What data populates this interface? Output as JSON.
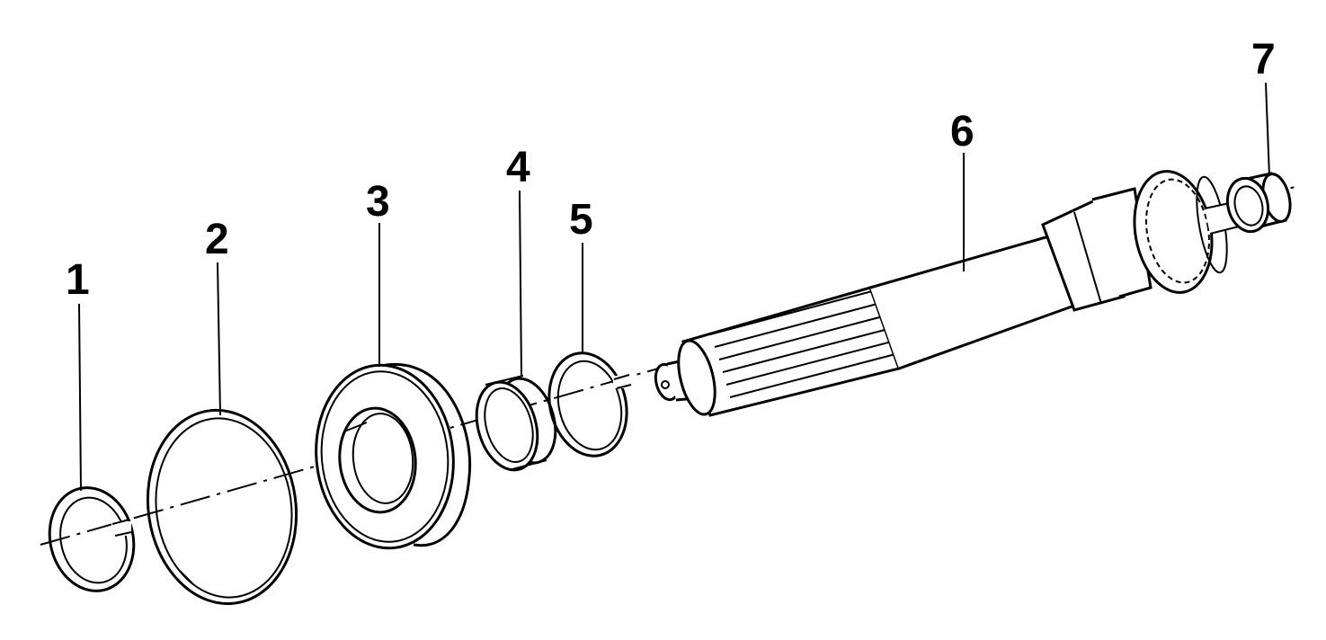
{
  "diagram": {
    "callouts": [
      {
        "id": "1",
        "label": "1",
        "part": "part-1-snap-ring"
      },
      {
        "id": "2",
        "label": "2",
        "part": "part-2-large-ring"
      },
      {
        "id": "3",
        "label": "3",
        "part": "part-3-bearing"
      },
      {
        "id": "4",
        "label": "4",
        "part": "part-4-sleeve-ring"
      },
      {
        "id": "5",
        "label": "5",
        "part": "part-5-split-ring"
      },
      {
        "id": "6",
        "label": "6",
        "part": "part-6-splined-shaft"
      },
      {
        "id": "7",
        "label": "7",
        "part": "part-7-bushing"
      }
    ],
    "colors": {
      "ink": "#000000",
      "background": "#ffffff"
    }
  }
}
